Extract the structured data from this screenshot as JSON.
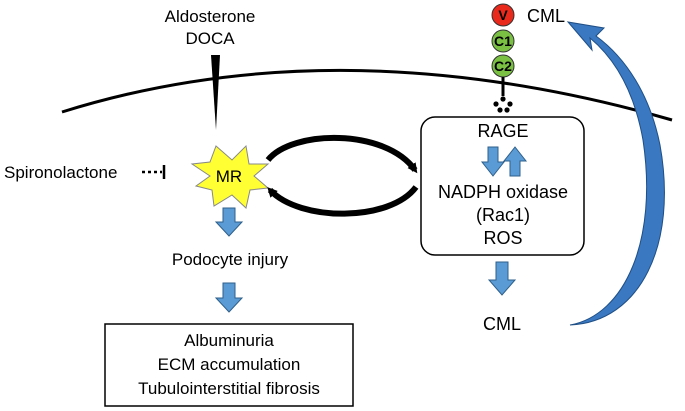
{
  "ligands": {
    "line1": "Aldosterone",
    "line2": "DOCA"
  },
  "antagonist": "Spironolactone",
  "receptor": "MR",
  "injury": "Podocyte injury",
  "outcomes": [
    "Albuminuria",
    "ECM accumulation",
    "Tubulointerstitial fibrosis"
  ],
  "rage_box": {
    "title": "RAGE",
    "enzyme": "NADPH oxidase",
    "subunit": "(Rac1)",
    "product": "ROS"
  },
  "rage_domains": [
    "V",
    "C1",
    "C2"
  ],
  "cml_top": "CML",
  "cml_bottom": "CML",
  "colors": {
    "arrow_fill": "#5b9bd5",
    "arrow_stroke": "#2e5f8a",
    "burst_fill": "#ffff33",
    "domain_v": "#e8291c",
    "domain_c": "#7ac143",
    "curve_fill": "#3a78c2"
  }
}
